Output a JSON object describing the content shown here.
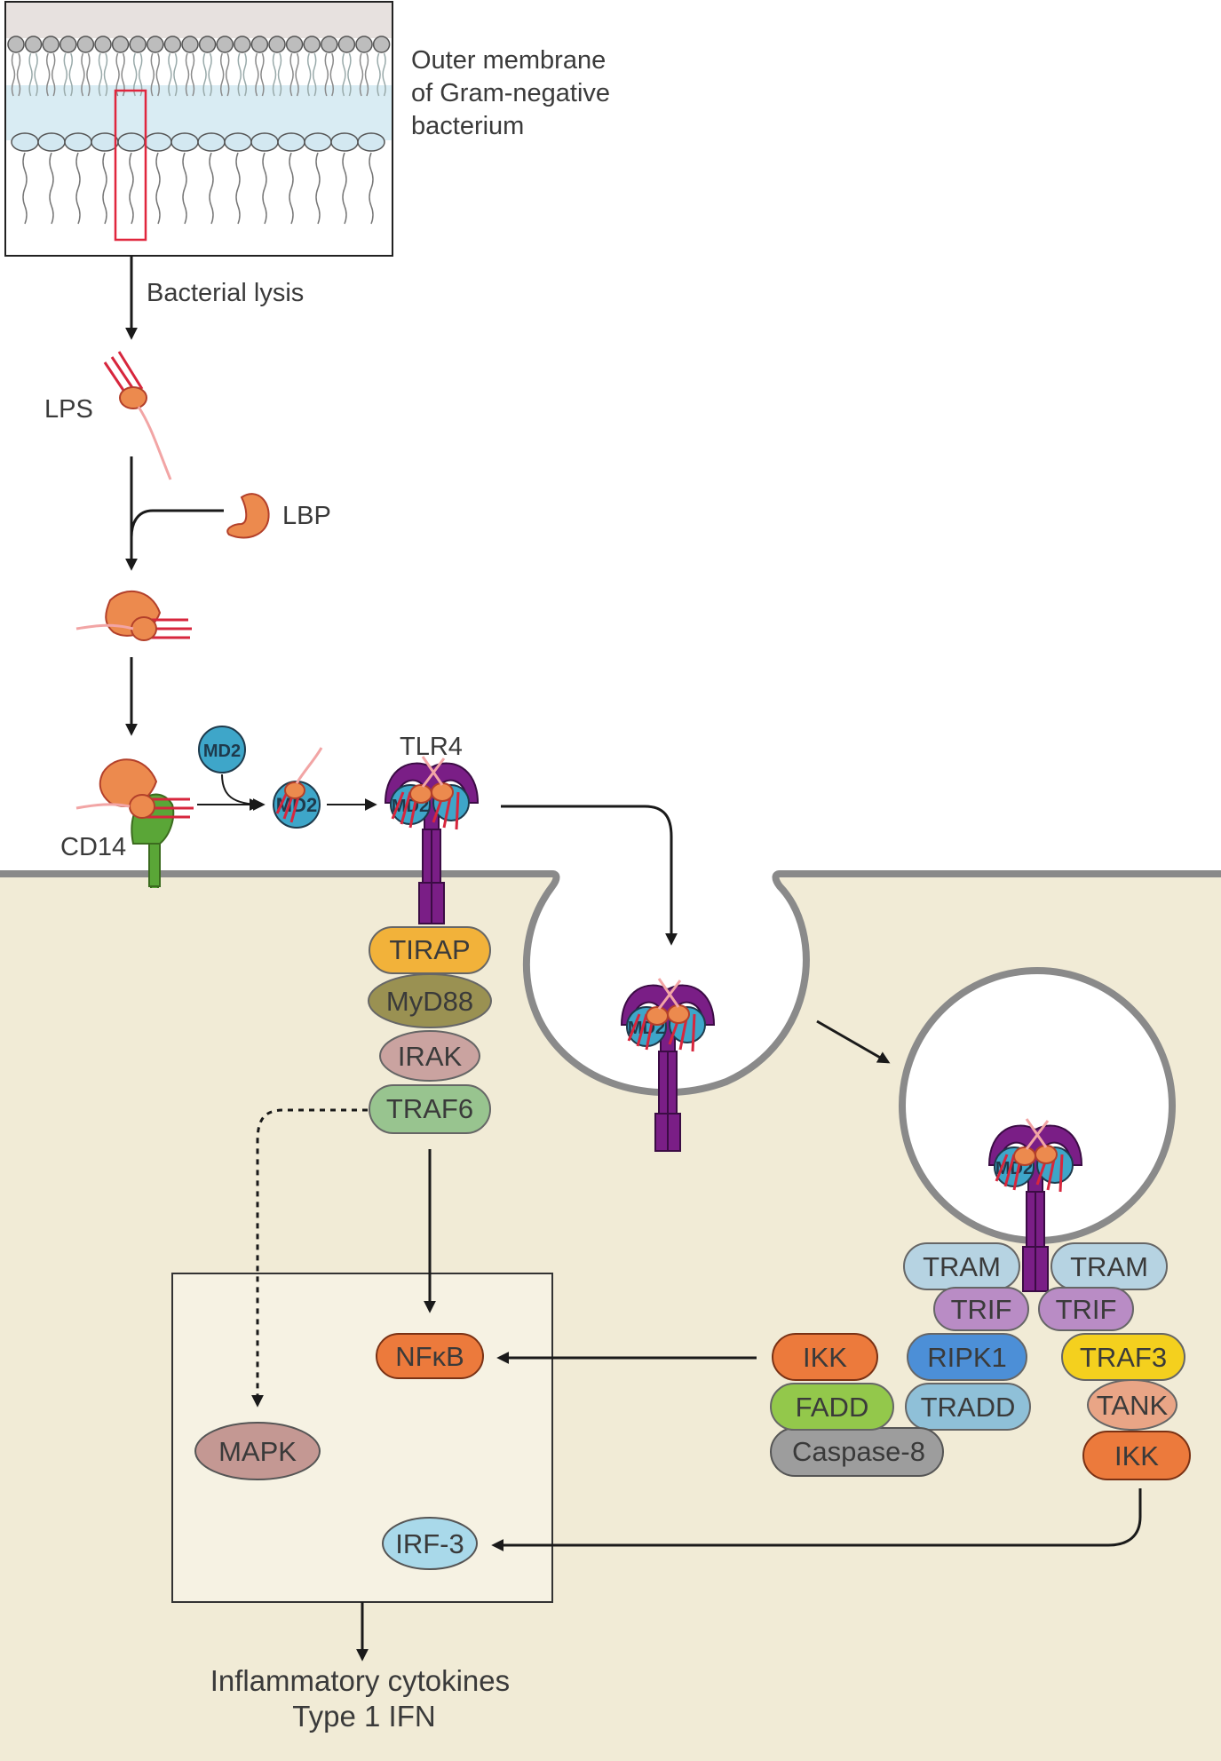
{
  "labels": {
    "outer_membrane": [
      "Outer membrane",
      "of Gram-negative",
      "bacterium"
    ],
    "bacterial_lysis": "Bacterial lysis",
    "lps": "LPS",
    "lbp": "LBP",
    "md2": "MD2",
    "tlr4": "TLR4",
    "cd14": "CD14",
    "outputs": [
      "Inflammatory cytokines",
      "Type 1 IFN"
    ]
  },
  "myd88_pathway": [
    "TIRAP",
    "MyD88",
    "IRAK",
    "TRAF6"
  ],
  "trif_pathway": {
    "tram_left": "TRAM",
    "tram_right": "TRAM",
    "trif_left": "TRIF",
    "trif_right": "TRIF",
    "ripk1": "RIPK1",
    "tradd": "TRADD",
    "ikk_left": "IKK",
    "fadd": "FADD",
    "caspase8": "Caspase-8",
    "traf3": "TRAF3",
    "tank": "TANK",
    "ikk_right": "IKK"
  },
  "nucleus_factors": {
    "nfkb": "NFκB",
    "mapk": "MAPK",
    "irf3": "IRF-3"
  },
  "colors": {
    "cytoplasm": "#f1ebd6",
    "nucleus_box": "#f6f2e3",
    "tlr4_purple": "#7a1e86",
    "md2_blue": "#3ea6c9",
    "lbp_orange": "#ec8a4e",
    "lps_red": "#d7263d",
    "cd14_green": "#5aa637",
    "tirap": "#f2b23a",
    "myd88": "#9a9152",
    "irak": "#caa3a0",
    "traf6": "#98c48f",
    "tram": "#b6d3e2",
    "trif": "#b98cc5",
    "ripk1": "#4c8fd7",
    "tradd": "#8fc0d8",
    "ikk": "#ec7a3c",
    "fadd": "#93c84b",
    "caspase8": "#9d9d9d",
    "traf3": "#f4d01e",
    "tank": "#e9a586",
    "mapk": "#c49893",
    "irf3": "#a9d9ea"
  }
}
